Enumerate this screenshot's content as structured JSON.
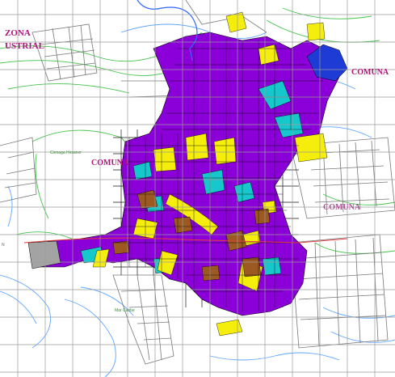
{
  "labels": {
    "zona": "ZONA",
    "industrial": "USTRIAL",
    "comuna_east": "COMUNA",
    "comuna_center": "COMUNA",
    "comuna_right": "COMUNA",
    "small_center": "Cienaga Hirsaner",
    "small_south": "Mar Caribe",
    "margin_mark": "N"
  },
  "colors": {
    "residential": "#8b00d9",
    "commercial": "#f5ee0c",
    "institutional": "#16c8cc",
    "industrial": "#9c5a22",
    "water_body": "#1f3bd6",
    "contour_blue": "#5fa6ff",
    "contour_green": "#44c24a",
    "grid": "#9a9a9a",
    "label_magenta": "#b0107a"
  }
}
